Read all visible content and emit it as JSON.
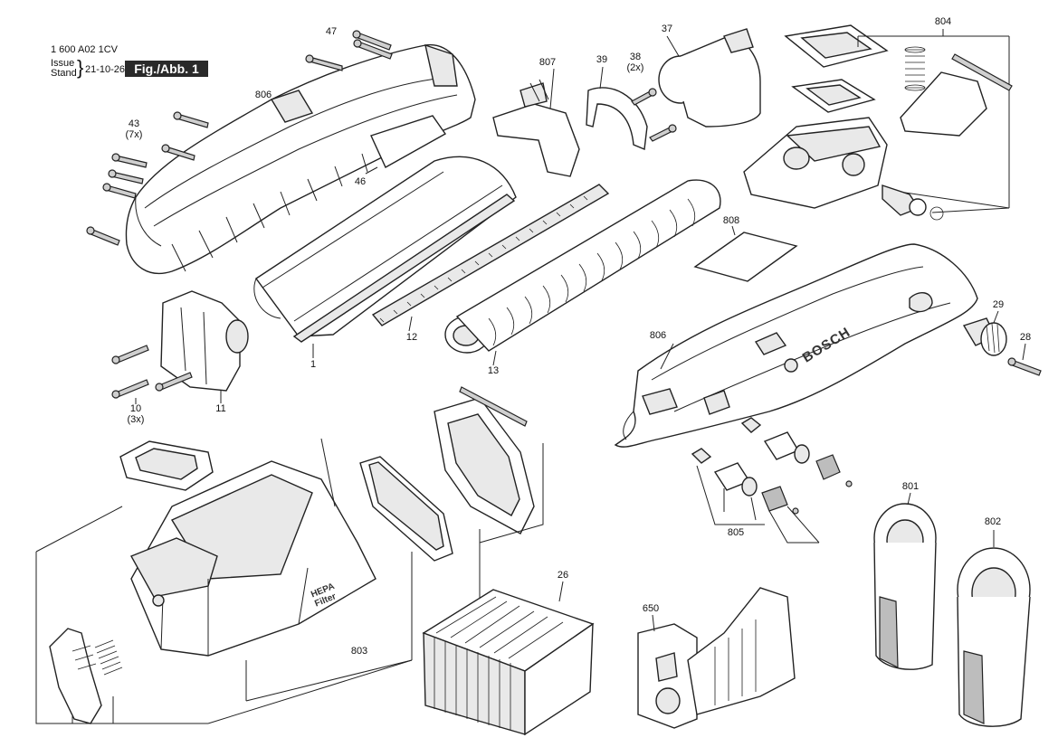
{
  "header": {
    "doc_number": "1 600 A02 1CV",
    "issue_label": "Issue",
    "stand_label": "Stand",
    "date": "21-10-26",
    "figure": "Fig./Abb. 1"
  },
  "housing_markings": {
    "brand": "BOSCH",
    "filter_text": "HEPA Filter"
  },
  "callouts": [
    {
      "id": "47",
      "text": "47"
    },
    {
      "id": "806-top",
      "text": "806"
    },
    {
      "id": "43",
      "text": "43"
    },
    {
      "id": "43-qty",
      "text": "(7x)"
    },
    {
      "id": "46",
      "text": "46"
    },
    {
      "id": "807",
      "text": "807"
    },
    {
      "id": "39",
      "text": "39"
    },
    {
      "id": "38",
      "text": "38"
    },
    {
      "id": "38-qty",
      "text": "(2x)"
    },
    {
      "id": "37",
      "text": "37"
    },
    {
      "id": "804",
      "text": "804"
    },
    {
      "id": "808",
      "text": "808"
    },
    {
      "id": "1",
      "text": "1"
    },
    {
      "id": "12",
      "text": "12"
    },
    {
      "id": "13",
      "text": "13"
    },
    {
      "id": "10",
      "text": "10"
    },
    {
      "id": "10-qty",
      "text": "(3x)"
    },
    {
      "id": "11",
      "text": "11"
    },
    {
      "id": "806-mid",
      "text": "806"
    },
    {
      "id": "29",
      "text": "29"
    },
    {
      "id": "28",
      "text": "28"
    },
    {
      "id": "805",
      "text": "805"
    },
    {
      "id": "801",
      "text": "801"
    },
    {
      "id": "802",
      "text": "802"
    },
    {
      "id": "26",
      "text": "26"
    },
    {
      "id": "650",
      "text": "650"
    },
    {
      "id": "803",
      "text": "803"
    }
  ]
}
